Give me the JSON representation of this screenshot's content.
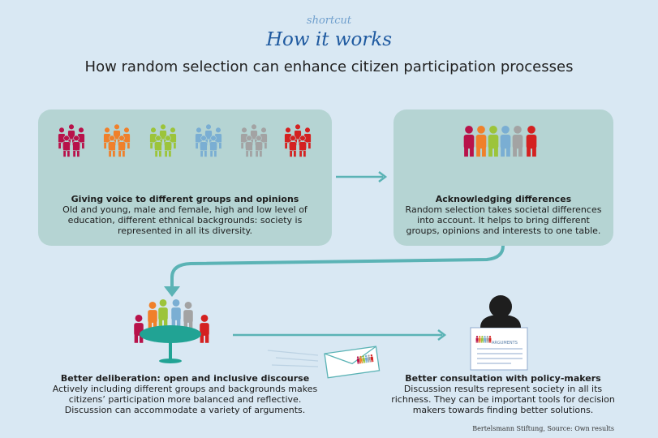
{
  "header": {
    "kicker": "shortcut",
    "title": "How it works",
    "subtitle": "How random selection can enhance citizen participation processes"
  },
  "steps": [
    {
      "heading": "Giving voice to different groups and opinions",
      "body": "Old and young, male and female, high and low level of education, different ethnical backgrounds: society is represented in all its diversity."
    },
    {
      "heading": "Acknowledging differences",
      "body": "Random selection takes societal differences into account. It helps to bring different groups, opinions and interests to one table."
    },
    {
      "heading": "Better deliberation: open and inclusive discourse",
      "body": "Actively including different groups and backgrounds makes citizens’ participation more balanced and reflective. Discussion can accommodate a variety of arguments."
    },
    {
      "heading": "Better consultation with policy-makers",
      "body": "Discussion results represent society in all its richness. They can be important tools for decision makers towards finding better solutions."
    }
  ],
  "document_label": "ARGUMENTS",
  "source": "Bertelsmann Stiftung, Source: Own results",
  "colors": {
    "background": "#d9e8f3",
    "panel": "#b5d4d3",
    "arrow": "#5bb3b5",
    "group_colors": [
      "#b8124a",
      "#f0802a",
      "#9cc43a",
      "#7aaed3",
      "#a3a3a3",
      "#d42120"
    ],
    "table": "#21a394"
  }
}
